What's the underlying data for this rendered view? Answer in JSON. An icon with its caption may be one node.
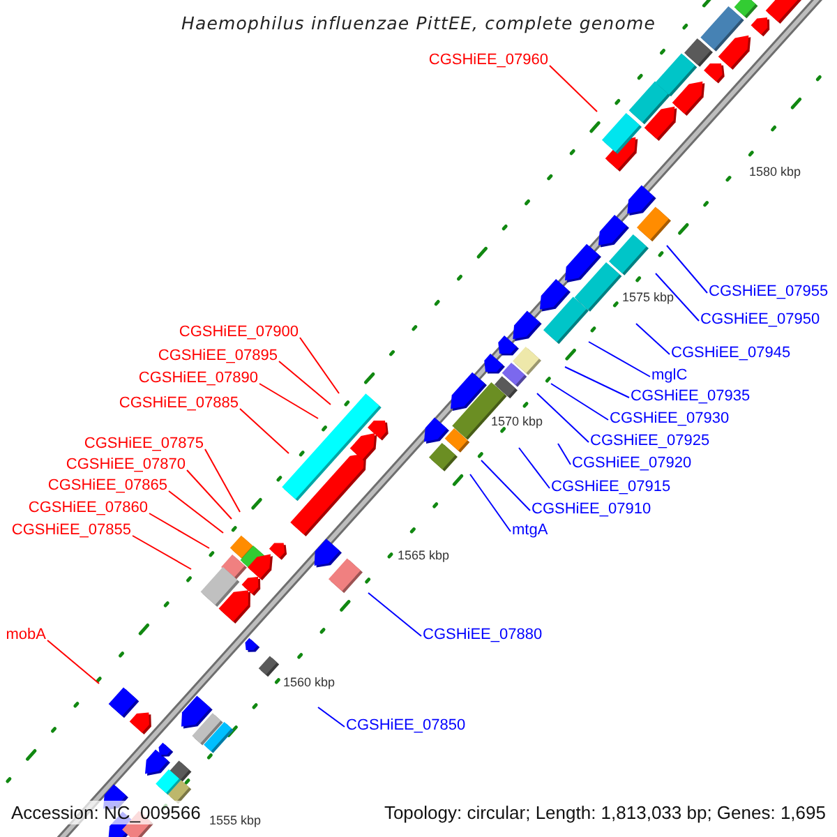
{
  "diagram": {
    "title": "Haemophilus influenzae PittEE, complete genome",
    "nodes": [
      {
        "text": [
          "CGSHiEE_07960"
        ]
      },
      {
        "text": [
          "CGSHiEE_07900"
        ]
      },
      {
        "text": [
          "CGSHiEE_07895"
        ]
      },
      {
        "text": [
          "CGSHiEE_07890"
        ]
      },
      {
        "text": [
          "CGSHiEE_07885"
        ]
      },
      {
        "text": [
          "CGSHiEE_07875"
        ]
      },
      {
        "text": [
          "CGSHiEE_07870"
        ]
      },
      {
        "text": [
          "CGSHiEE_07865"
        ]
      },
      {
        "text": [
          "CGSHiEE_07860"
        ]
      },
      {
        "text": [
          "CGSHiEE_07855"
        ]
      },
      {
        "text": [
          "mobA"
        ]
      },
      {
        "text": [
          "CGSHiEE_07955"
        ]
      },
      {
        "text": [
          "CGSHiEE_07950"
        ]
      },
      {
        "text": [
          "CGSHiEE_07945"
        ]
      },
      {
        "text": [
          "mglC"
        ]
      },
      {
        "text": [
          "CGSHiEE_07935"
        ]
      },
      {
        "text": [
          "CGSHiEE_07930"
        ]
      },
      {
        "text": [
          "CGSHiEE_07925"
        ]
      },
      {
        "text": [
          "CGSHiEE_07920"
        ]
      },
      {
        "text": [
          "CGSHiEE_07915"
        ]
      },
      {
        "text": [
          "CGSHiEE_07910"
        ]
      },
      {
        "text": [
          "mtgA"
        ]
      },
      {
        "text": [
          "CGSHiEE_07880"
        ]
      },
      {
        "text": [
          "CGSHiEE_07850"
        ]
      }
    ],
    "edges": [
      {
        "from": 0,
        "to": null,
        "arrow": "none",
        "color": "#ff0000"
      },
      {
        "from": 1,
        "to": null,
        "arrow": "none",
        "color": "#ff0000"
      },
      {
        "from": 2,
        "to": null,
        "arrow": "none",
        "color": "#ff0000"
      },
      {
        "from": 3,
        "to": null,
        "arrow": "none",
        "color": "#ff0000"
      },
      {
        "from": 4,
        "to": null,
        "arrow": "none",
        "color": "#ff0000"
      },
      {
        "from": 5,
        "to": null,
        "arrow": "none",
        "color": "#ff0000"
      },
      {
        "from": 6,
        "to": null,
        "arrow": "none",
        "color": "#ff0000"
      },
      {
        "from": 7,
        "to": null,
        "arrow": "none",
        "color": "#ff0000"
      },
      {
        "from": 8,
        "to": null,
        "arrow": "none",
        "color": "#ff0000"
      },
      {
        "from": 9,
        "to": null,
        "arrow": "none",
        "color": "#ff0000"
      },
      {
        "from": 10,
        "to": null,
        "arrow": "none",
        "color": "#ff0000"
      },
      {
        "from": 11,
        "to": null,
        "arrow": "none"
      },
      {
        "from": 12,
        "to": null,
        "arrow": "none"
      },
      {
        "from": 13,
        "to": null,
        "arrow": "none"
      },
      {
        "from": 14,
        "to": null,
        "arrow": "none"
      },
      {
        "from": 15,
        "to": null,
        "arrow": "none"
      },
      {
        "from": 16,
        "to": null,
        "arrow": "none"
      },
      {
        "from": 17,
        "to": null,
        "arrow": "none"
      },
      {
        "from": 18,
        "to": null,
        "arrow": "none"
      },
      {
        "from": 19,
        "to": null,
        "arrow": "none"
      },
      {
        "from": 20,
        "to": null,
        "arrow": "none"
      },
      {
        "from": 21,
        "to": null,
        "arrow": "none"
      },
      {
        "from": 22,
        "to": null,
        "arrow": "none"
      },
      {
        "from": 23,
        "to": null,
        "arrow": "none"
      }
    ],
    "labels": [
      "1580 kbp",
      "1575 kbp",
      "1570 kbp",
      "1565 kbp",
      "1560 kbp",
      "1555 kbp",
      "Accession: NC_009566",
      "Topology: circular; Length: 1,813,033 bp; Genes: 1,695"
    ]
  }
}
